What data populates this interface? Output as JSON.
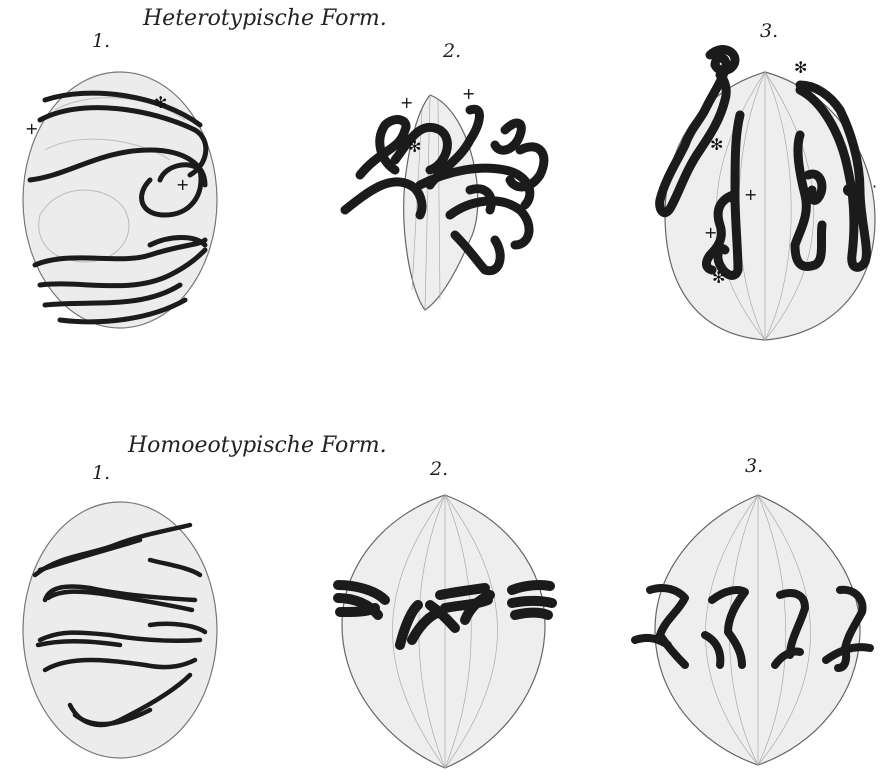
{
  "rows": [
    {
      "title": "Heterotypische Form.",
      "figures": [
        {
          "number": "1."
        },
        {
          "number": "2."
        },
        {
          "number": "3."
        }
      ]
    },
    {
      "title": "Homoeotypische Form.",
      "figures": [
        {
          "number": "1."
        },
        {
          "number": "2."
        },
        {
          "number": "3."
        }
      ]
    }
  ],
  "marks": {
    "plus": "+",
    "asterisk": "✻",
    "dot": "·"
  },
  "colors": {
    "chromosome": "#1b1b1b",
    "cytoplasm": "#ececec",
    "outline": "#777777"
  }
}
